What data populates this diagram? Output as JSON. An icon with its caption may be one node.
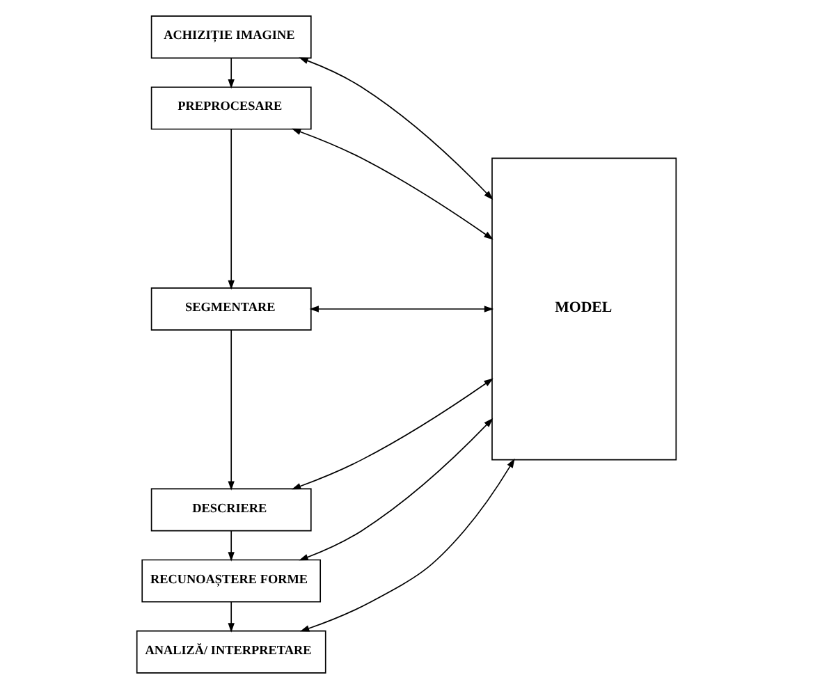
{
  "diagram": {
    "nodes": [
      {
        "text": [
          "ACHIZIȚIE IMAGINE"
        ]
      },
      {
        "text": [
          "PREPROCESARE"
        ]
      },
      {
        "text": [
          "SEGMENTARE"
        ]
      },
      {
        "text": [
          "DESCRIERE"
        ]
      },
      {
        "text": [
          "RECUNOAȘTERE FORME"
        ]
      },
      {
        "text": [
          "ANALIZĂ/ INTERPRETARE"
        ]
      },
      {
        "text": [
          "MODEL"
        ]
      }
    ],
    "edges": [
      {
        "from": 0,
        "to": 1,
        "arrow": "to"
      },
      {
        "from": 1,
        "to": 2,
        "arrow": "to"
      },
      {
        "from": 2,
        "to": 3,
        "arrow": "to"
      },
      {
        "from": 3,
        "to": 4,
        "arrow": "to"
      },
      {
        "from": 4,
        "to": 5,
        "arrow": "to"
      },
      {
        "from": 0,
        "to": 6,
        "arrow": "both"
      },
      {
        "from": 1,
        "to": 6,
        "arrow": "both"
      },
      {
        "from": 2,
        "to": 6,
        "arrow": "both"
      },
      {
        "from": 3,
        "to": 6,
        "arrow": "both"
      },
      {
        "from": 4,
        "to": 6,
        "arrow": "both"
      },
      {
        "from": 5,
        "to": 6,
        "arrow": "both"
      }
    ]
  }
}
